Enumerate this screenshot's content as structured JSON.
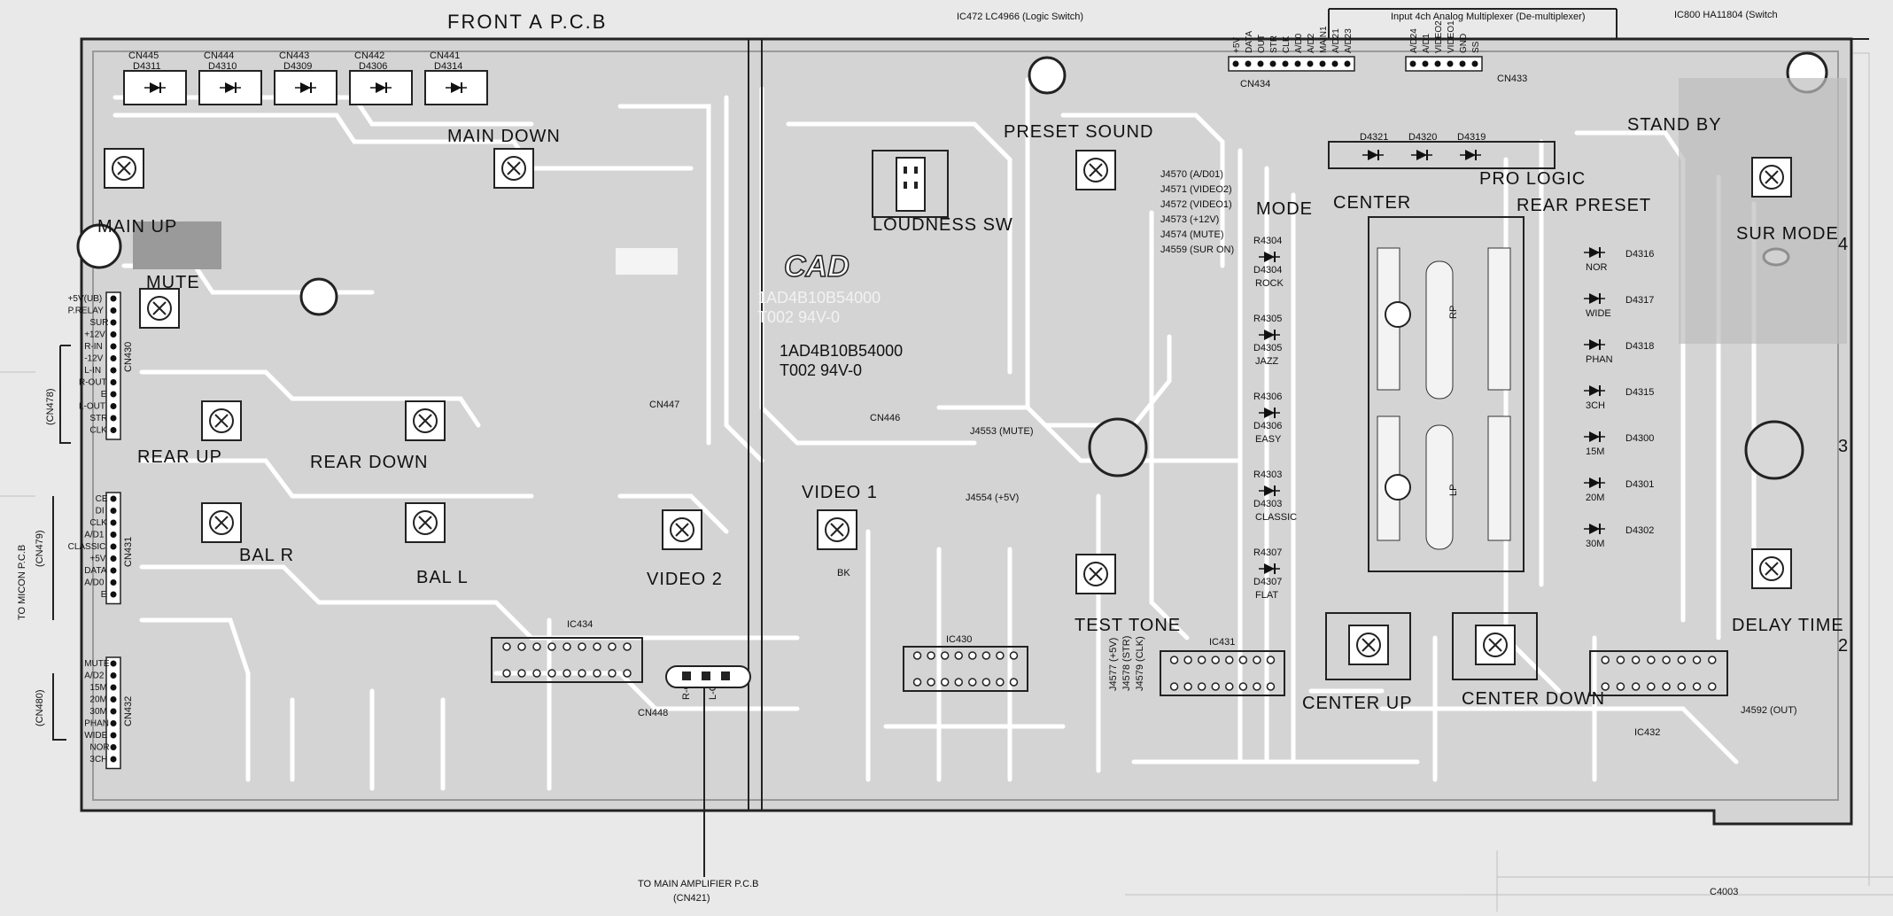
{
  "titles": {
    "front_pcb": "FRONT A P.C.B",
    "ic472": "IC472  LC4966 (Logic  Switch)",
    "ic800": "IC800  HA11804 (Switch",
    "input": "Input 4ch Analog  Multiplexer (De-multiplexer)",
    "to_micon_line1": "TO MICON P.C.B",
    "to_micon_line2": "(CN479)",
    "to_main_amp_line1": "TO MAIN AMPLIFIER P.C.B",
    "to_main_amp_line2": "(CN421)",
    "cn478": "(CN478)",
    "cn480": "(CN480)",
    "c4003": "C4003"
  },
  "sections": {
    "main_up": "MAIN UP",
    "main_down": "MAIN DOWN",
    "mute": "MUTE",
    "rear_up": "REAR UP",
    "rear_down": "REAR DOWN",
    "bal_r": "BAL R",
    "bal_l": "BAL L",
    "loudness_sw": "LOUDNESS SW",
    "preset_sound": "PRESET SOUND",
    "video1": "VIDEO 1",
    "video2": "VIDEO 2",
    "test_tone": "TEST TONE",
    "center": "CENTER",
    "mode": "MODE",
    "pro_logic": "PRO LOGIC",
    "rear_preset": "REAR PRESET",
    "stand_by": "STAND BY",
    "sur_mode": "SUR MODE",
    "delay_time": "DELAY TIME",
    "center_up": "CENTER UP",
    "center_down": "CENTER DOWN"
  },
  "board_marks": {
    "cad": "CAD",
    "code1": "1AD4B10B54000",
    "code1b": "T002 94V-0",
    "code2": "1AD4B10B54000",
    "code2b": "T002 94V-0"
  },
  "top_leds": [
    {
      "cn": "CN445",
      "d": "D4311"
    },
    {
      "cn": "CN444",
      "d": "D4310"
    },
    {
      "cn": "CN443",
      "d": "D4309"
    },
    {
      "cn": "CN442",
      "d": "D4306"
    },
    {
      "cn": "CN441",
      "d": "D4314"
    }
  ],
  "connector_left_1": [
    "+5V(UB)",
    "P.RELAY",
    "SUR",
    "+12V",
    "R-IN",
    "-12V",
    "L-IN",
    "R-OUT",
    "E",
    "L-OUT",
    "STR",
    "CLK"
  ],
  "connector_left_2": [
    "CE",
    "DI",
    "CLK",
    "A/D1",
    "CLASSIC",
    "+5V",
    "DATA",
    "A/D0",
    "E"
  ],
  "connector_left_3": [
    "MUTE",
    "A/D2",
    "15M",
    "20M",
    "30M",
    "PHAN",
    "WIDE",
    "NOR",
    "3CH"
  ],
  "connector_top_cn434": [
    "+5V",
    "DATA",
    "OUT",
    "STR",
    "CLK",
    "A/D0",
    "A/D2",
    "MAIN1",
    "A/D21",
    "A/D23"
  ],
  "connector_top_cn433": [
    "A/D24",
    "A/D1",
    "VIDEO2",
    "VIDEO1",
    "GND",
    "SS"
  ],
  "cn_labels": {
    "cn434": "CN434",
    "cn433": "CN433",
    "cn430": "CN430",
    "cn431": "CN431",
    "cn432": "CN432",
    "cn447": "CN447",
    "cn446": "CN446",
    "cn448": "CN448"
  },
  "ic_labels": {
    "ic430": "IC430",
    "ic431": "IC431",
    "ic432": "IC432",
    "ic434": "IC434"
  },
  "mode_leds": [
    {
      "d": "D4304",
      "name": "ROCK",
      "r": "R4304"
    },
    {
      "d": "D4305",
      "name": "JAZZ",
      "r": "R4305"
    },
    {
      "d": "D4306",
      "name": "EASY",
      "r": "R4306"
    },
    {
      "d": "D4303",
      "name": "CLASSIC",
      "r": "R4303"
    },
    {
      "d": "D4307",
      "name": "FLAT",
      "r": "R4307"
    }
  ],
  "rear_preset_leds": [
    {
      "d": "D4316",
      "name": "NOR"
    },
    {
      "d": "D4317",
      "name": "WIDE"
    },
    {
      "d": "D4318",
      "name": "PHAN"
    },
    {
      "d": "D4315",
      "name": "3CH"
    },
    {
      "d": "D4300",
      "name": "15M"
    },
    {
      "d": "D4301",
      "name": "20M"
    },
    {
      "d": "D4302",
      "name": "30M"
    }
  ],
  "pro_logic_leds": [
    "D4321",
    "D4320",
    "D4319"
  ],
  "jumpers_j45": [
    "J4570 (A/D01)",
    "J4571 (VIDEO2)",
    "J4572 (VIDEO1)",
    "J4573 (+12V)",
    "J4574 (MUTE)",
    "J4559 (SUR ON)"
  ],
  "misc_labels": {
    "j4553": "J4553 (MUTE)",
    "j4554": "J4554 (+5V)",
    "j4592": "J4592 (OUT)",
    "j4577": "J4577 (+5V)",
    "j4578": "J4578 (STR)",
    "j4579": "J4579 (CLK)",
    "bk": "BK",
    "r_ch": "R-CH",
    "l_ch": "L-CH",
    "e": "E",
    "rp": "RP",
    "lp": "LP"
  },
  "side_numbers": [
    "4",
    "3",
    "2"
  ],
  "colors": {
    "board": "#d6d6d6",
    "trace": "#ffffff",
    "ink": "#111111",
    "paper": "#e9e9e9"
  }
}
